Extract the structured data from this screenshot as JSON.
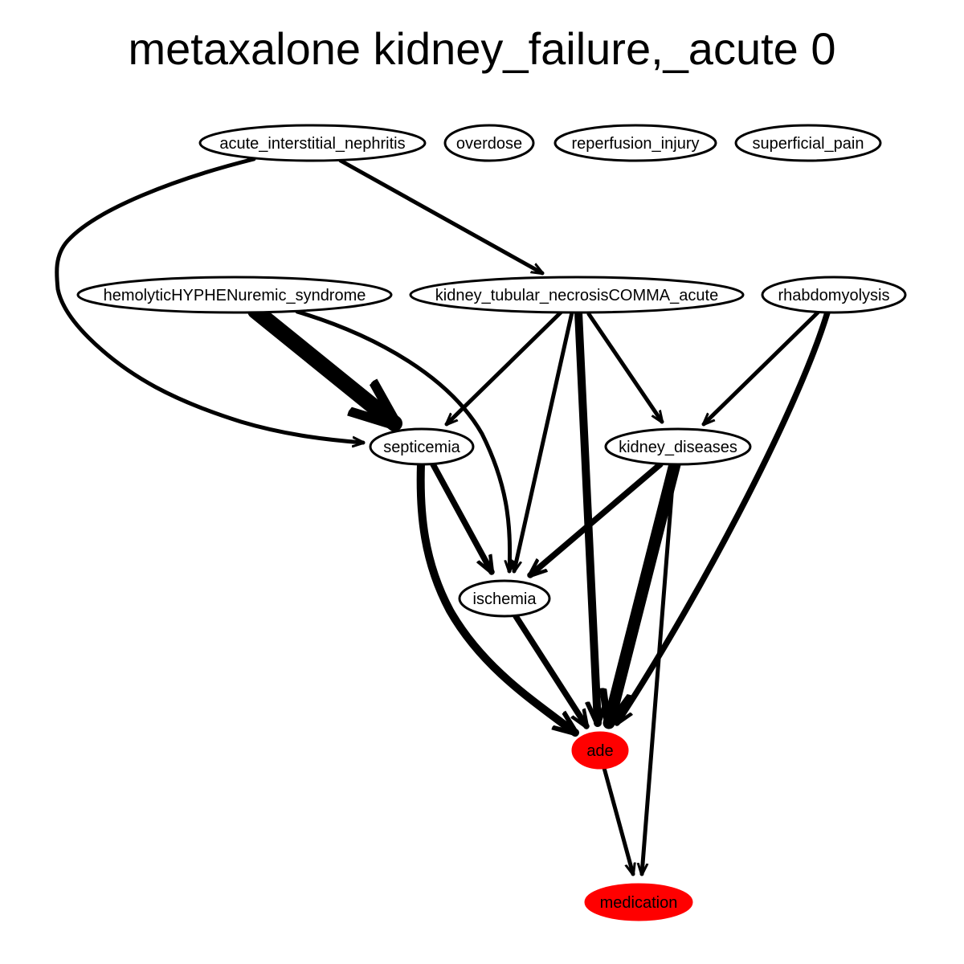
{
  "title": "metaxalone kidney_failure,_acute 0",
  "colors": {
    "highlight": "#ff0000",
    "stroke": "#000000",
    "background": "#ffffff"
  },
  "nodes": [
    {
      "id": "acute_interstitial_nephritis",
      "label": "acute_interstitial_nephritis",
      "highlight": false
    },
    {
      "id": "overdose",
      "label": "overdose",
      "highlight": false
    },
    {
      "id": "reperfusion_injury",
      "label": "reperfusion_injury",
      "highlight": false
    },
    {
      "id": "superficial_pain",
      "label": "superficial_pain",
      "highlight": false
    },
    {
      "id": "hemolytic",
      "label": "hemolyticHYPHENuremic_syndrome",
      "highlight": false
    },
    {
      "id": "ktn",
      "label": "kidney_tubular_necrosisCOMMA_acute",
      "highlight": false
    },
    {
      "id": "rhabdomyolysis",
      "label": "rhabdomyolysis",
      "highlight": false
    },
    {
      "id": "septicemia",
      "label": "septicemia",
      "highlight": false
    },
    {
      "id": "kidney_diseases",
      "label": "kidney_diseases",
      "highlight": false
    },
    {
      "id": "ischemia",
      "label": "ischemia",
      "highlight": false
    },
    {
      "id": "ade",
      "label": "ade",
      "highlight": true
    },
    {
      "id": "medication",
      "label": "medication",
      "highlight": true
    }
  ],
  "edges": [
    {
      "from": "acute_interstitial_nephritis",
      "to": "septicemia",
      "weight": 1
    },
    {
      "from": "acute_interstitial_nephritis",
      "to": "ktn",
      "weight": 1
    },
    {
      "from": "hemolytic",
      "to": "septicemia",
      "weight": 4
    },
    {
      "from": "hemolytic",
      "to": "ischemia",
      "weight": 1
    },
    {
      "from": "ktn",
      "to": "septicemia",
      "weight": 1
    },
    {
      "from": "ktn",
      "to": "ischemia",
      "weight": 1
    },
    {
      "from": "ktn",
      "to": "ade",
      "weight": 2
    },
    {
      "from": "ktn",
      "to": "kidney_diseases",
      "weight": 1
    },
    {
      "from": "rhabdomyolysis",
      "to": "kidney_diseases",
      "weight": 1
    },
    {
      "from": "rhabdomyolysis",
      "to": "ade",
      "weight": 1.5
    },
    {
      "from": "septicemia",
      "to": "ade",
      "weight": 2
    },
    {
      "from": "septicemia",
      "to": "ischemia",
      "weight": 1.5
    },
    {
      "from": "kidney_diseases",
      "to": "ischemia",
      "weight": 1.5
    },
    {
      "from": "kidney_diseases",
      "to": "ade",
      "weight": 3
    },
    {
      "from": "kidney_diseases",
      "to": "medication",
      "weight": 1
    },
    {
      "from": "ischemia",
      "to": "ade",
      "weight": 1.5
    },
    {
      "from": "ade",
      "to": "medication",
      "weight": 1
    }
  ]
}
